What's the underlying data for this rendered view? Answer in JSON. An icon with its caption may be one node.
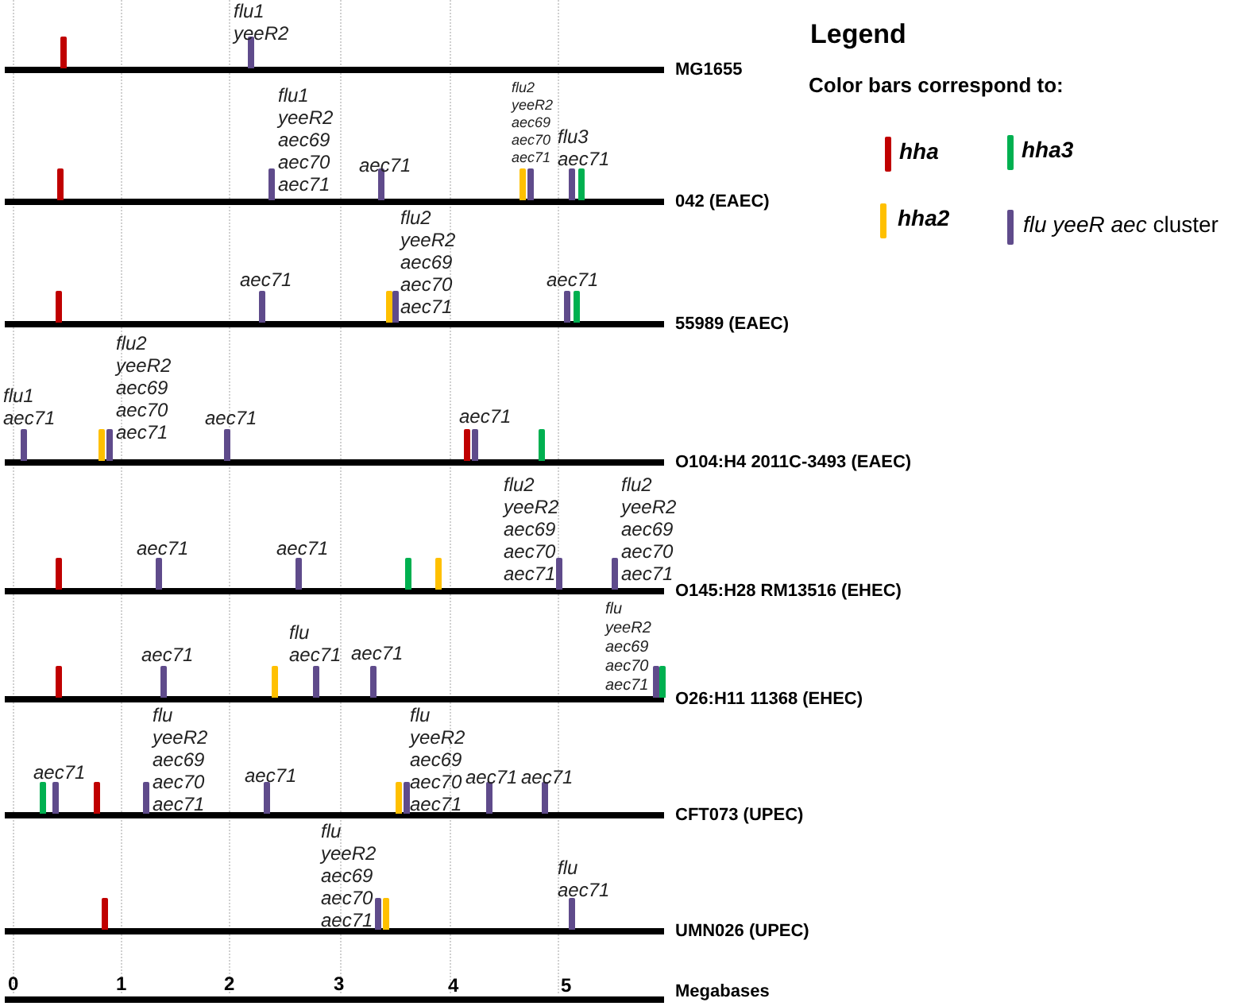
{
  "diagram": {
    "labels": [
      "Legend",
      "Color bars correspond to:",
      "flu1 yeeR2",
      "MG1655",
      "flu1 yeeR2 aec69 aec70 aec71",
      "aec71",
      "flu2 yeeR2 aec69 aec70 aec71",
      "flu3 aec71",
      "042 (EAEC)",
      "aec71",
      "flu2 yeeR2 aec69 aec70 aec71",
      "aec71",
      "55989 (EAEC)",
      "flu1 aec71",
      "flu2 yeeR2 aec69 aec70 aec71",
      "aec71",
      "aec71",
      "O104:H4 2011C-3493 (EAEC)",
      "aec71",
      "aec71",
      "flu2 yeeR2 aec69 aec70 aec71",
      "flu2 yeeR2 aec69 aec70 aec71",
      "O145:H28 RM13516 (EHEC)",
      "aec71",
      "flu aec71",
      "aec71",
      "flu yeeR2 aec69 aec70 aec71",
      "O26:H11 11368 (EHEC)",
      "aec71",
      "flu yeeR2 aec69 aec70 aec71",
      "aec71",
      "flu yeeR2 aec69 aec70 aec71",
      "aec71",
      "aec71",
      "CFT073 (UPEC)",
      "flu yeeR2 aec69 aec70 aec71",
      "flu aec71",
      "UMN026 (UPEC)",
      "0",
      "1",
      "2",
      "3",
      "4",
      "5",
      "Megabases"
    ],
    "legend": [
      {
        "text": "hha",
        "color": "#c00000"
      },
      {
        "text": "hha3",
        "color": "#00b050"
      },
      {
        "text": "hha2",
        "color": "#ffc000"
      },
      {
        "text": "*flu yeeR aec* cluster",
        "color": "#5f4b8b"
      }
    ]
  }
}
